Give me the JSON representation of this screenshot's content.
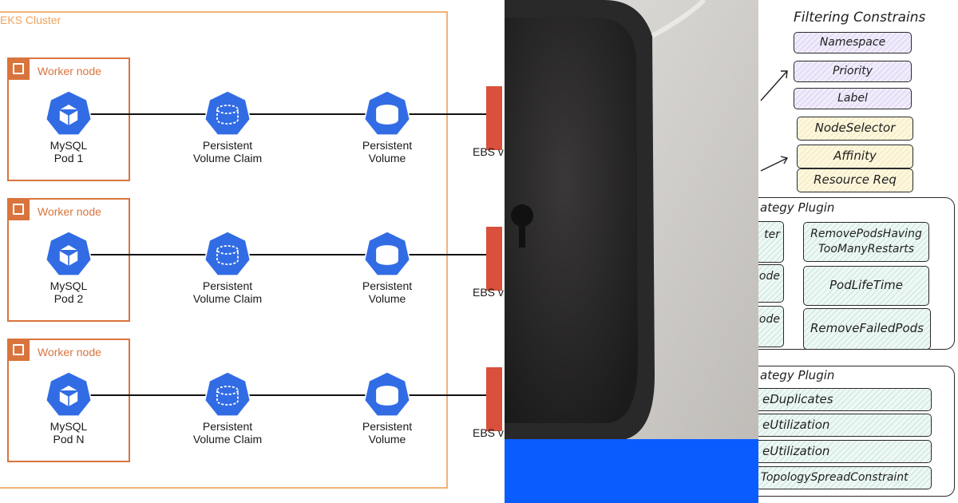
{
  "eks_diagram": {
    "cluster_label": "EKS Cluster",
    "worker_node_label": "Worker node",
    "rows": [
      {
        "pod": "MySQL\nPod 1",
        "pvc": "Persistent\nVolume Claim",
        "pv": "Persistent\nVolume",
        "ebs": "EBS v"
      },
      {
        "pod": "MySQL\nPod 2",
        "pvc": "Persistent\nVolume Claim",
        "pv": "Persistent\nVolume",
        "ebs": "EBS v"
      },
      {
        "pod": "MySQL\nPod N",
        "pvc": "Persistent\nVolume Claim",
        "pv": "Persistent\nVolume",
        "ebs": "EBS v"
      }
    ],
    "colors": {
      "k8s_blue": "#326ce5",
      "cluster_border": "#f3b277",
      "worker_node": "#d9743d",
      "ebs_red": "#d9503c"
    }
  },
  "photo_panel": {
    "colors": {
      "background": "#c9c7c4",
      "frame": "#2a2a2a",
      "banner": "#0a5cff"
    }
  },
  "sketch": {
    "filtering_title": "Filtering Constrains",
    "purple_boxes": [
      "Namespace",
      "Priority",
      "Label"
    ],
    "yellow_boxes": [
      "NodeSelector",
      "Affinity",
      "Resource Req"
    ],
    "strategy_plugin_1": {
      "title": "ategy Plugin",
      "left_partial": [
        "ter",
        "ode",
        "ode"
      ],
      "right_boxes": [
        "RemovePodsHaving\nTooManyRestarts",
        "PodLifeTime",
        "RemoveFailedPods"
      ]
    },
    "strategy_plugin_2": {
      "title": "ategy Plugin",
      "items": [
        "eDuplicates",
        "eUtilization",
        "eUtilization",
        "TopologySpreadConstraint"
      ]
    }
  }
}
